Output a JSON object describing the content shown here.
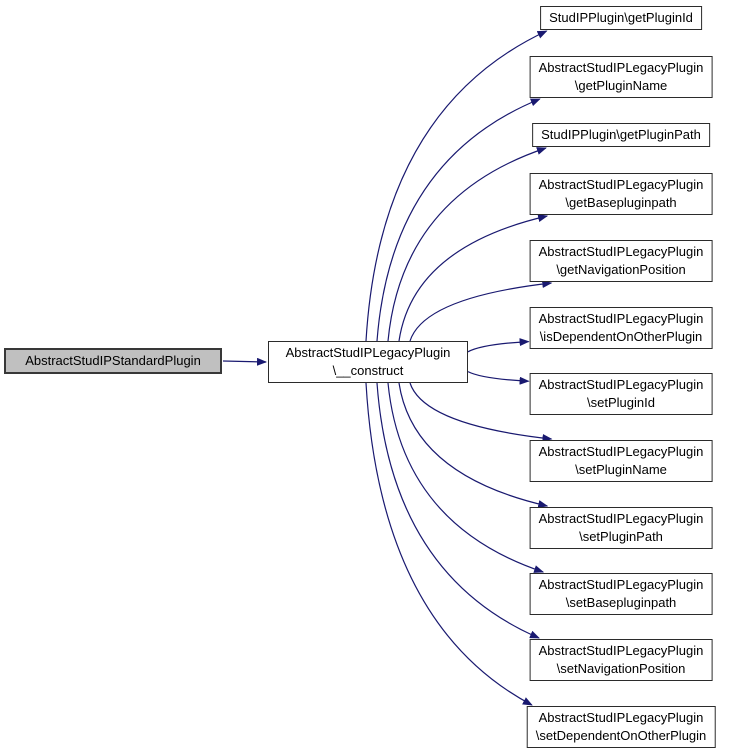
{
  "diagram": {
    "type": "call-graph",
    "colors": {
      "background": "#ffffff",
      "edge": "#191970",
      "node_fill": "#ffffff",
      "node_border": "#2b2b2b",
      "highlight_fill": "#c0c0c0"
    },
    "nodes": {
      "main": {
        "id": "main",
        "lines": [
          "AbstractStudIPStandardPlugin"
        ]
      },
      "construct": {
        "id": "construct",
        "lines": [
          "AbstractStudIPLegacyPlugin",
          "\\__construct"
        ]
      },
      "targets": [
        {
          "id": "getPluginId",
          "lines": [
            "StudIPPlugin\\getPluginId"
          ]
        },
        {
          "id": "getPluginName",
          "lines": [
            "AbstractStudIPLegacyPlugin",
            "\\getPluginName"
          ]
        },
        {
          "id": "getPluginPath",
          "lines": [
            "StudIPPlugin\\getPluginPath"
          ]
        },
        {
          "id": "getBasepluginpath",
          "lines": [
            "AbstractStudIPLegacyPlugin",
            "\\getBasepluginpath"
          ]
        },
        {
          "id": "getNavigationPosition",
          "lines": [
            "AbstractStudIPLegacyPlugin",
            "\\getNavigationPosition"
          ]
        },
        {
          "id": "isDependentOnOtherPlugin",
          "lines": [
            "AbstractStudIPLegacyPlugin",
            "\\isDependentOnOtherPlugin"
          ]
        },
        {
          "id": "setPluginId",
          "lines": [
            "AbstractStudIPLegacyPlugin",
            "\\setPluginId"
          ]
        },
        {
          "id": "setPluginName",
          "lines": [
            "AbstractStudIPLegacyPlugin",
            "\\setPluginName"
          ]
        },
        {
          "id": "setPluginPath",
          "lines": [
            "AbstractStudIPLegacyPlugin",
            "\\setPluginPath"
          ]
        },
        {
          "id": "setBasepluginpath",
          "lines": [
            "AbstractStudIPLegacyPlugin",
            "\\setBasepluginpath"
          ]
        },
        {
          "id": "setNavigationPosition",
          "lines": [
            "AbstractStudIPLegacyPlugin",
            "\\setNavigationPosition"
          ]
        },
        {
          "id": "setDependentOnOtherPlugin",
          "lines": [
            "AbstractStudIPLegacyPlugin",
            "\\setDependentOnOtherPlugin"
          ]
        }
      ]
    },
    "edges": [
      {
        "from": "main",
        "to": "construct"
      },
      {
        "from": "construct",
        "to": "getPluginId"
      },
      {
        "from": "construct",
        "to": "getPluginName"
      },
      {
        "from": "construct",
        "to": "getPluginPath"
      },
      {
        "from": "construct",
        "to": "getBasepluginpath"
      },
      {
        "from": "construct",
        "to": "getNavigationPosition"
      },
      {
        "from": "construct",
        "to": "isDependentOnOtherPlugin"
      },
      {
        "from": "construct",
        "to": "setPluginId"
      },
      {
        "from": "construct",
        "to": "setPluginName"
      },
      {
        "from": "construct",
        "to": "setPluginPath"
      },
      {
        "from": "construct",
        "to": "setBasepluginpath"
      },
      {
        "from": "construct",
        "to": "setNavigationPosition"
      },
      {
        "from": "construct",
        "to": "setDependentOnOtherPlugin"
      }
    ]
  }
}
